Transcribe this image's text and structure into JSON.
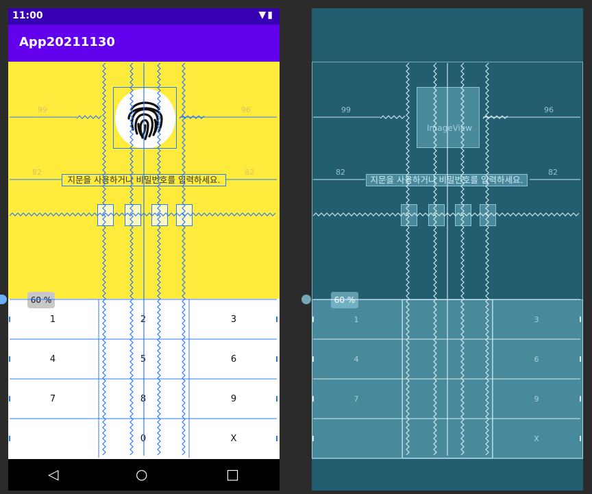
{
  "status_bar": {
    "time": "11:00",
    "icons": "▼▮"
  },
  "app_bar": {
    "title": "App20211130"
  },
  "prompt": {
    "text": "지문을 사용하거나 비밀번호를 입력하세요."
  },
  "guideline": {
    "percent": "60 %"
  },
  "margins": {
    "left_top": "99",
    "right_top": "96",
    "left_mid": "82",
    "right_mid": "82"
  },
  "keypad": {
    "rows": [
      [
        "1",
        "2",
        "3"
      ],
      [
        "4",
        "5",
        "6"
      ],
      [
        "7",
        "8",
        "9"
      ],
      [
        "",
        "0",
        "X"
      ]
    ]
  },
  "blueprint": {
    "imageview_label": "ImageView",
    "margins": {
      "left_top": "99",
      "right_top": "96",
      "left_mid": "82",
      "right_mid": "82"
    },
    "prompt": "지문을 사용하거나 비밀번호를 입력하세요.",
    "percent": "60 %",
    "keys": [
      "1",
      "3",
      "4",
      "6",
      "7",
      "9",
      "X"
    ]
  },
  "colors": {
    "status_bar": "#3700b3",
    "app_bar": "#6200ee",
    "top_pane": "#ffeb3b",
    "constraint": "#2979ff",
    "blueprint_bg": "#235e70"
  }
}
